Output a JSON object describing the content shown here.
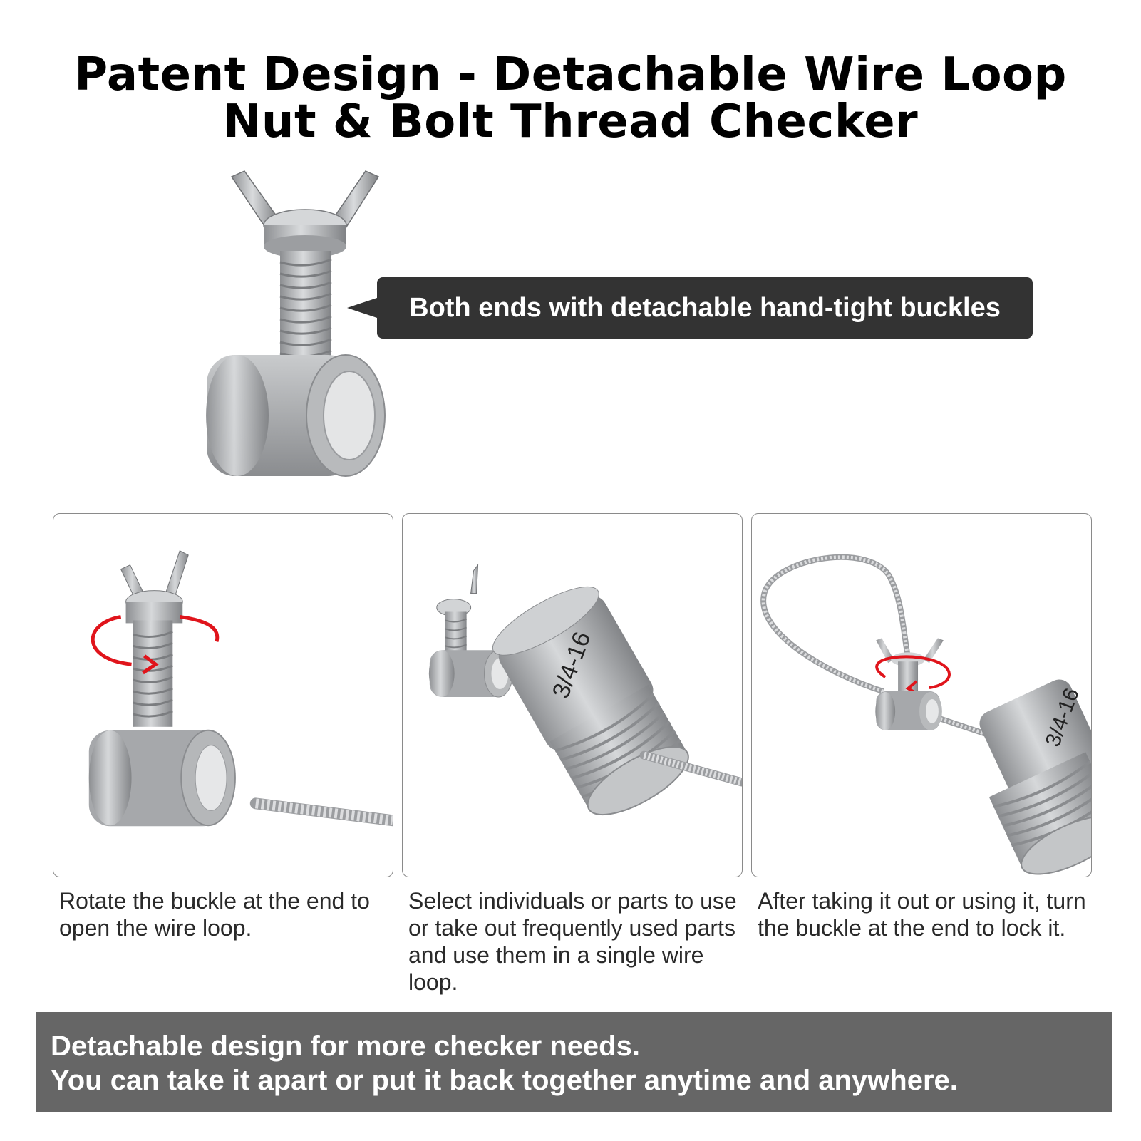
{
  "title": {
    "line1": "Patent Design - Detachable Wire Loop",
    "line2": "Nut & Bolt Thread Checker"
  },
  "callout": {
    "text": "Both ends with detachable hand-tight buckles"
  },
  "panels": [
    {
      "caption": "Rotate the buckle at the end to open the wire loop."
    },
    {
      "caption": "Select individuals or parts to use or take out frequently used parts and use them in a single wire loop.",
      "gauge_label": "3/4-16"
    },
    {
      "caption": "After taking it out or using it, turn the buckle at the end to lock it.",
      "gauge_label": "3/4-16"
    }
  ],
  "banner": {
    "line1": "Detachable design for more checker needs.",
    "line2": "You can take it apart or put it back together anytime and anywhere."
  },
  "colors": {
    "callout_bg": "#333333",
    "banner_bg": "#666666",
    "rotation_arrow": "#e0141b",
    "metal": "#a9abad"
  }
}
